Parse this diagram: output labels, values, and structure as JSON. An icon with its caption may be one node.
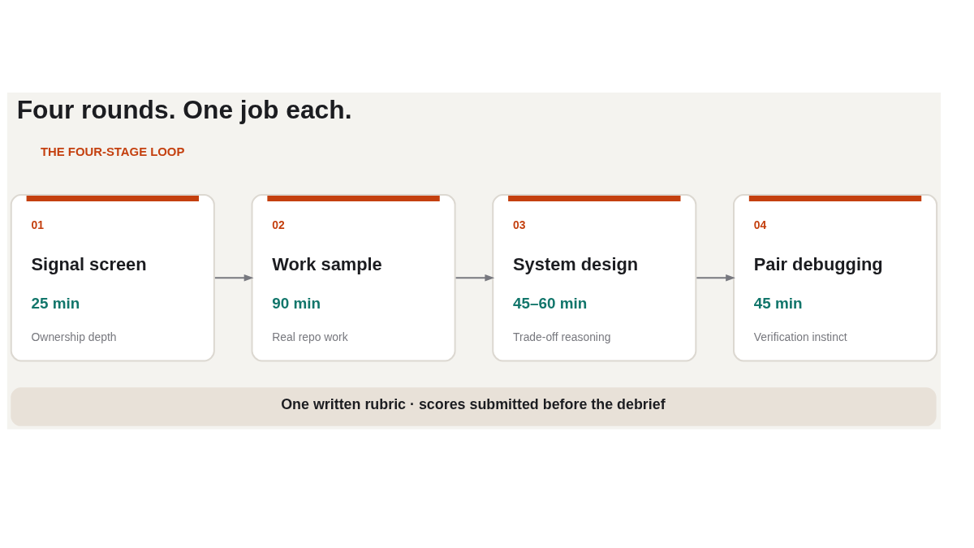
{
  "diagram": {
    "title": "Four rounds. One job each.",
    "nodes": [
      {
        "text": [
          "01",
          "Signal screen",
          "25 min",
          "Ownership depth"
        ]
      },
      {
        "text": [
          "02",
          "Work sample",
          "90 min",
          "Real repo work"
        ]
      },
      {
        "text": [
          "03",
          "System design",
          "45–60 min",
          "Trade-off reasoning"
        ]
      },
      {
        "text": [
          "04",
          "Pair debugging",
          "45 min",
          "Verification instinct"
        ]
      },
      {
        "text": [
          "One written rubric · scores submitted before the debrief"
        ]
      }
    ],
    "edges": [
      {
        "from": 0,
        "to": 1,
        "arrow": "to"
      },
      {
        "from": 1,
        "to": 2,
        "arrow": "to"
      },
      {
        "from": 2,
        "to": 3,
        "arrow": "to"
      }
    ],
    "labels": [
      "THE FOUR-STAGE LOOP"
    ]
  }
}
